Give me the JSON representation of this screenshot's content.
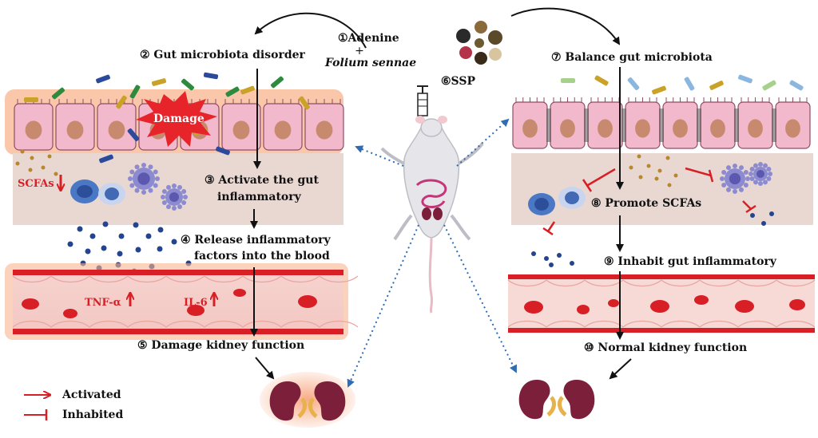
{
  "steps": {
    "s1_adenine": "①Adenine",
    "s1_plus": "+",
    "s1_folium": "Folium sennae",
    "s2": "② Gut microbiota disorder",
    "s3_line1": "③ Activate the gut",
    "s3_line2": "inflammatory",
    "s4_line1": "④ Release inflammatory",
    "s4_line2": "factors  into the blood",
    "s5": "⑤ Damage kidney function",
    "s6": "⑥SSP",
    "s7": "⑦ Balance gut microbiota",
    "s8": "⑧ Promote SCFAs",
    "s9": "⑨ Inhabit gut inflammatory",
    "s10": "⑩ Normal kidney function"
  },
  "labels": {
    "damage": "Damage",
    "scfas": "SCFAs",
    "tnf": "TNF-α",
    "il6": "IL-6"
  },
  "legend": {
    "activated": "Activated",
    "inhabited": "Inhabited"
  },
  "colors": {
    "red": "#d81f26",
    "tissue": "#e9d8d2",
    "cell_pink": "#f2b8cc",
    "blood_red": "#d81f26",
    "kidney": "#7b1f3a",
    "dot_blue": "#24448f",
    "dotted_arrow": "#2e6db4"
  }
}
